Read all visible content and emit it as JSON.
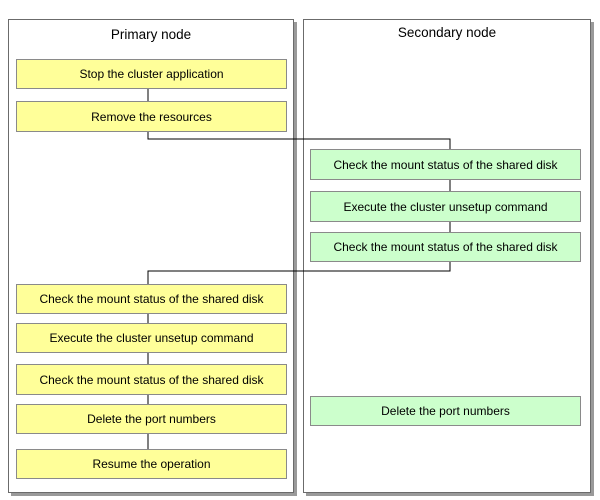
{
  "primary": {
    "title": "Primary node",
    "steps": [
      "Stop the cluster application",
      "Remove the resources",
      "Check the mount status of the shared disk",
      "Execute the cluster unsetup command",
      "Check the mount status of the shared disk",
      "Delete the port numbers",
      "Resume the operation"
    ]
  },
  "secondary": {
    "title": "Secondary node",
    "steps": [
      "Check the mount status of the shared disk",
      "Execute the cluster unsetup command",
      "Check the mount status of the shared disk",
      "Delete the port numbers"
    ]
  },
  "colors": {
    "primary_box": "#ffff99",
    "secondary_box": "#ccffcc",
    "border": "#8a8a8a",
    "line": "#000000"
  }
}
